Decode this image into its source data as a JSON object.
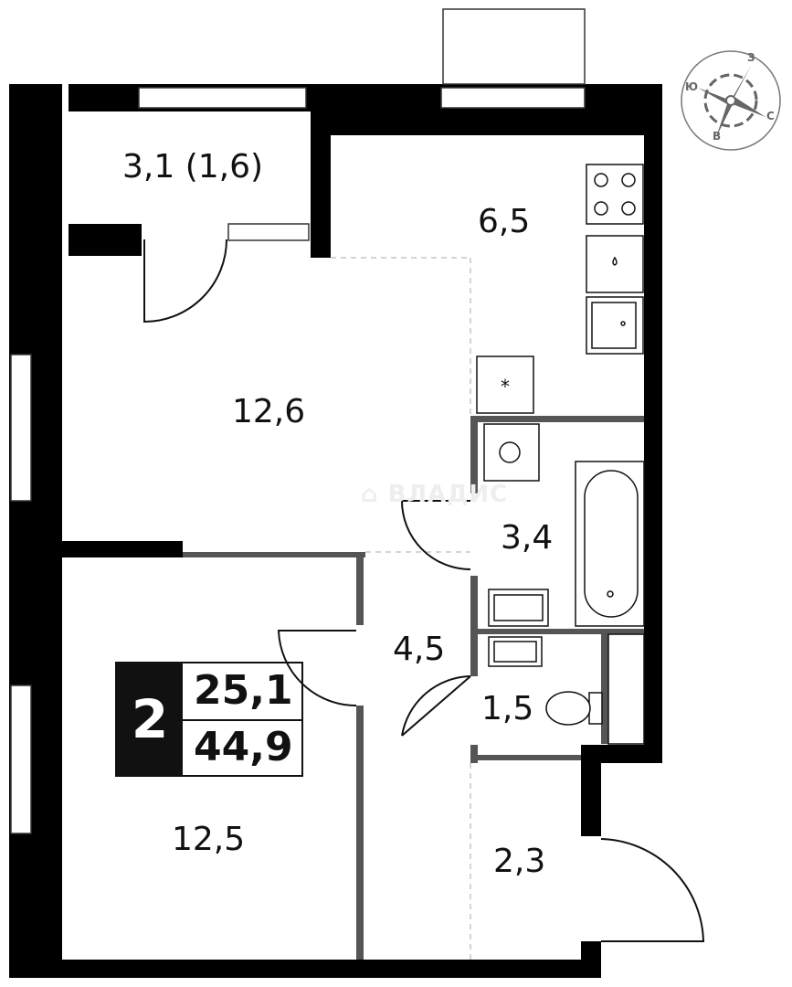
{
  "plan": {
    "rooms": [
      {
        "id": "balcony",
        "area": "3,1 (1,6)"
      },
      {
        "id": "kitchen",
        "area": "6,5"
      },
      {
        "id": "living-room",
        "area": "12,6"
      },
      {
        "id": "bathroom",
        "area": "3,4"
      },
      {
        "id": "hallway",
        "area": "4,5"
      },
      {
        "id": "toilet",
        "area": "1,5"
      },
      {
        "id": "bedroom",
        "area": "12,5"
      },
      {
        "id": "entrance",
        "area": "2,3"
      }
    ],
    "summary": {
      "rooms": "2",
      "living_area": "25,1",
      "total_area": "44,9"
    },
    "watermark": "ВЛАДИС",
    "compass": {
      "n": "С",
      "s": "Ю",
      "w": "З",
      "e": "В"
    }
  },
  "colors": {
    "wall": "#000000",
    "partition": "#555555",
    "compass": "#666666",
    "watermark": "#eeeeee"
  }
}
